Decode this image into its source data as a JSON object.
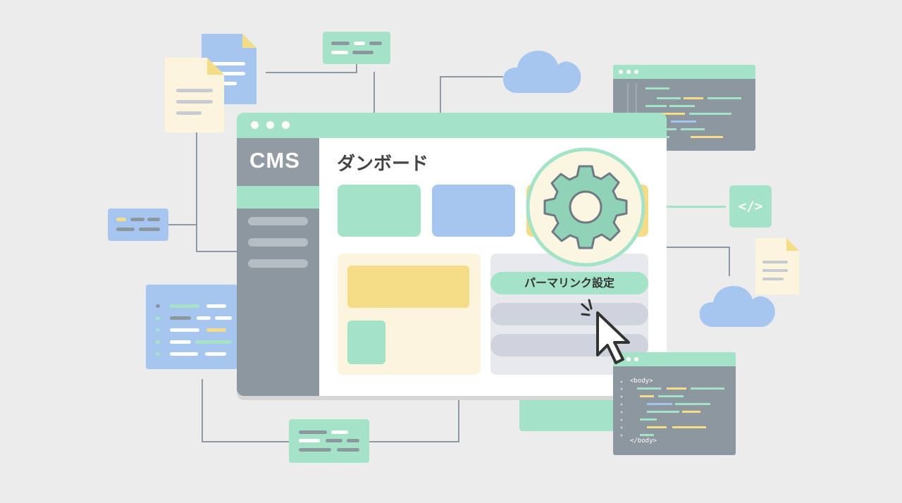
{
  "sidebar": {
    "brand": "CMS"
  },
  "main": {
    "title": "ダンボード"
  },
  "settings": {
    "permalink_label": "パーマリンク設定"
  },
  "code_window": {
    "open_tag": "<body>",
    "close_tag": "</body>"
  },
  "code_badge": {
    "symbol": "</>"
  },
  "icons": [
    "gear-icon",
    "cursor-icon",
    "cloud-icon",
    "document-icon",
    "code-icon"
  ],
  "colors": {
    "green": "#a5e3c9",
    "blue": "#a7c6ef",
    "yellow": "#f5dc86",
    "gray": "#8d97a0",
    "background": "#ececec"
  }
}
